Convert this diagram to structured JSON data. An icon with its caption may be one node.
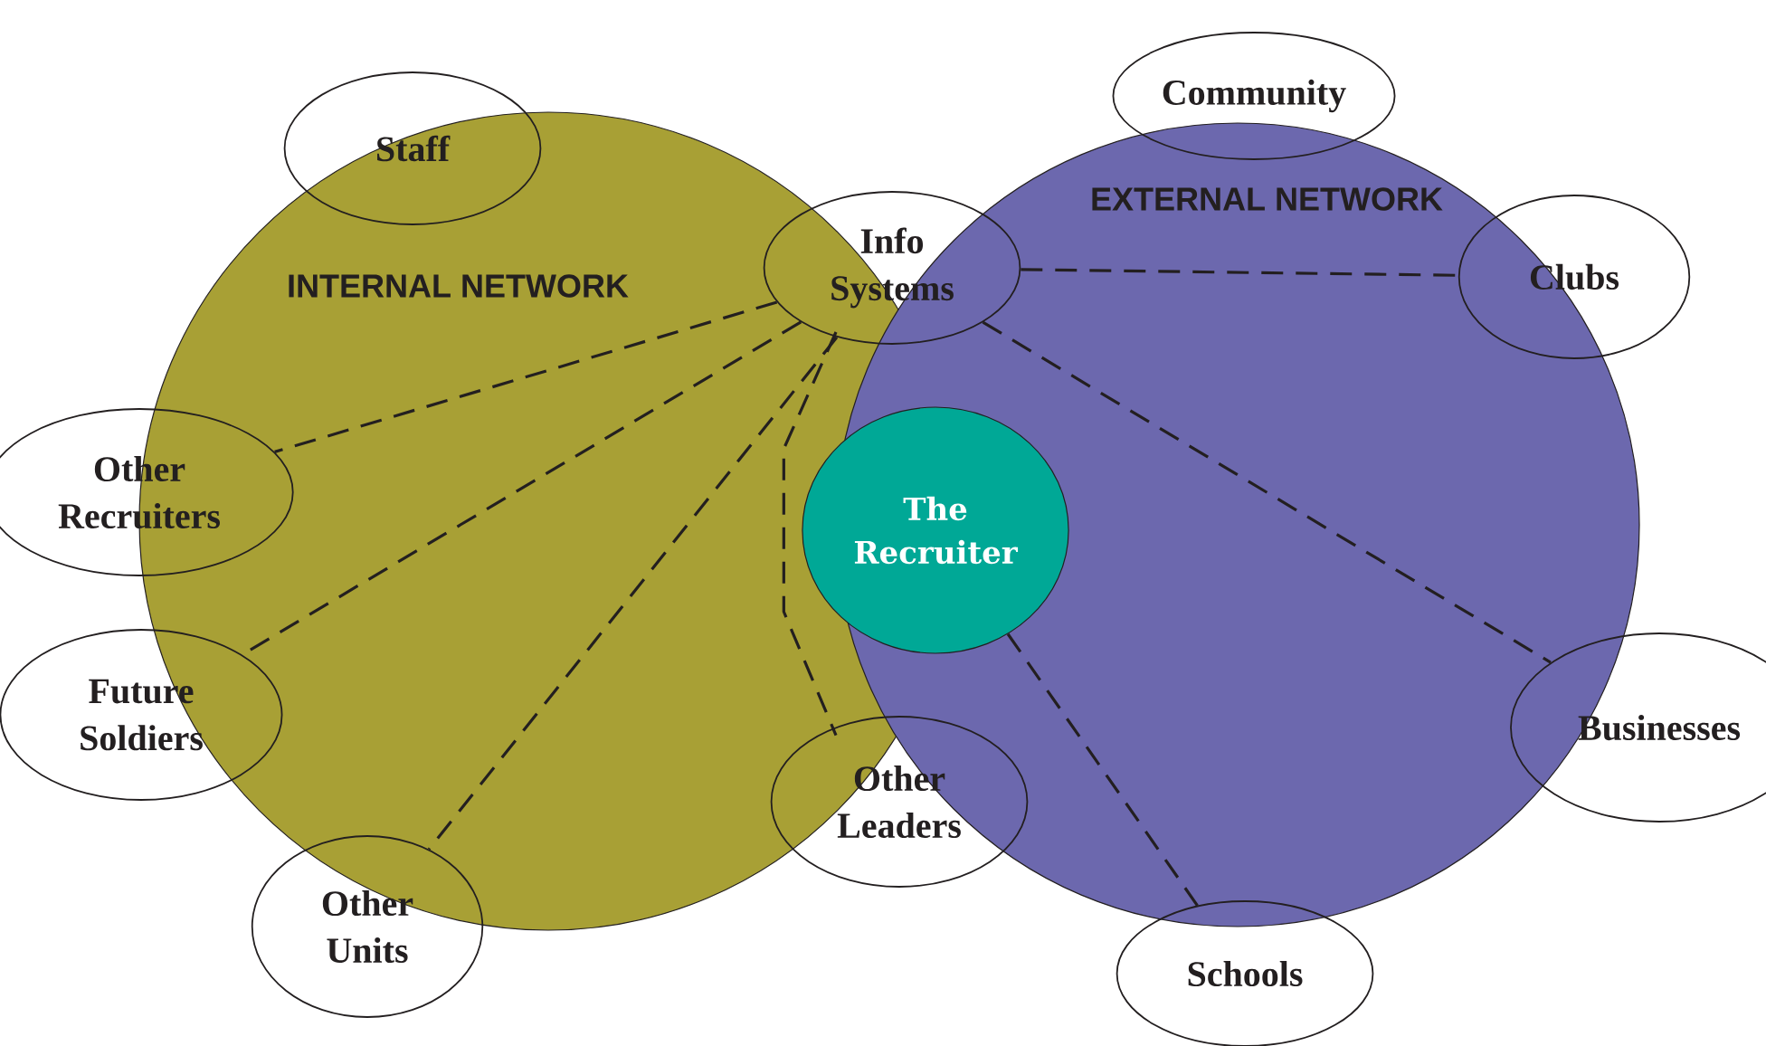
{
  "diagram": {
    "nodes": [
      {
        "text": [
          "Community"
        ]
      },
      {
        "text": [
          "Staff"
        ]
      },
      {
        "text": [
          "Info Systems"
        ]
      },
      {
        "text": [
          "Clubs"
        ]
      },
      {
        "text": [
          "Other Recruiters"
        ]
      },
      {
        "text": [
          "The Recruiter"
        ]
      },
      {
        "text": [
          "Future Soldiers"
        ]
      },
      {
        "text": [
          "Businesses"
        ]
      },
      {
        "text": [
          "Other Leaders"
        ]
      },
      {
        "text": [
          "Other Units"
        ]
      },
      {
        "text": [
          "Schools"
        ]
      }
    ],
    "edges": [
      {
        "from": 2,
        "to": 4,
        "arrow": "none",
        "style": "dashed"
      },
      {
        "from": 2,
        "to": 6,
        "arrow": "none",
        "style": "dashed"
      },
      {
        "from": 2,
        "to": 9,
        "arrow": "none",
        "style": "dashed"
      },
      {
        "from": 2,
        "to": 3,
        "arrow": "none",
        "style": "dashed"
      },
      {
        "from": 2,
        "to": 7,
        "arrow": "none",
        "style": "dashed"
      },
      {
        "from": 2,
        "to": 8,
        "arrow": "none",
        "style": "dashed"
      },
      {
        "from": 5,
        "to": 10,
        "arrow": "none",
        "style": "dashed"
      }
    ],
    "labels": [
      "INTERNAL NETWORK",
      "EXTERNAL NETWORK"
    ]
  }
}
